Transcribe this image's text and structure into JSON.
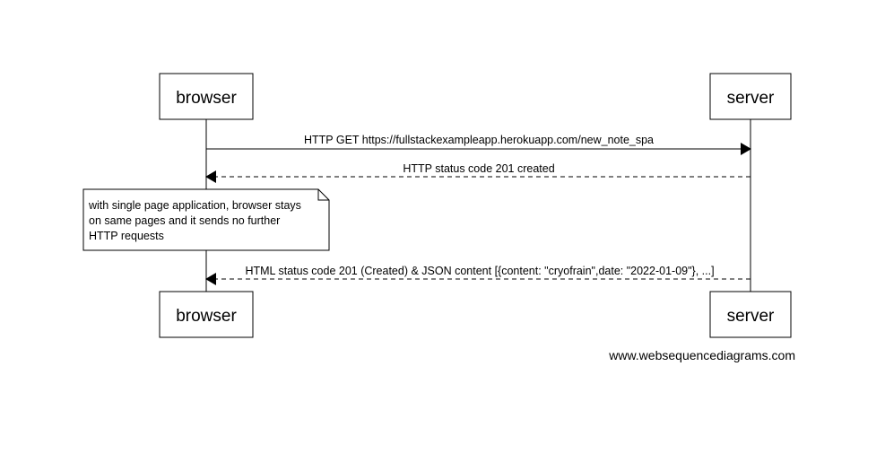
{
  "diagram": {
    "participants": {
      "left": {
        "name": "browser"
      },
      "right": {
        "name": "server"
      }
    },
    "messages": [
      {
        "from": "browser",
        "to": "server",
        "style": "solid",
        "label": "HTTP GET https://fullstackexampleapp.herokuapp.com/new_note_spa"
      },
      {
        "from": "server",
        "to": "browser",
        "style": "dashed",
        "label": "HTTP status code 201 created"
      },
      {
        "from": "server",
        "to": "browser",
        "style": "dashed",
        "label": "HTML status code 201 (Created) & JSON content [{content: \"cryofrain\",date: \"2022-01-09\"}, ...]"
      }
    ],
    "note": {
      "lines": [
        "with single page application, browser stays",
        "on same pages and it sends no further",
        "HTTP requests"
      ]
    },
    "watermark": "www.websequencediagrams.com"
  }
}
